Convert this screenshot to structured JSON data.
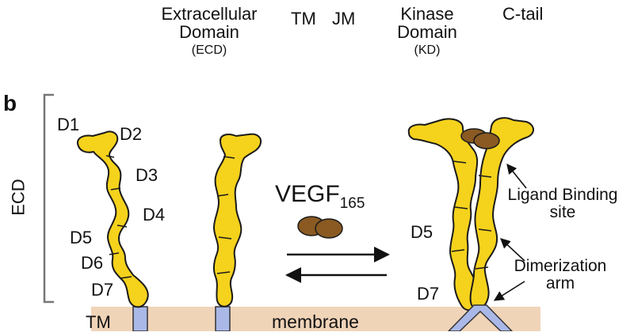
{
  "header": {
    "ecd_line1": "Extracellular",
    "ecd_line2": "Domain",
    "ecd_abbr": "(ECD)",
    "tm": "TM",
    "jm": "JM",
    "kd_line1": "Kinase",
    "kd_line2": "Domain",
    "kd_abbr": "(KD)",
    "ctail": "C-tail"
  },
  "panel_label": "b",
  "left_bracket_label": "ECD",
  "monomer_labels": {
    "d1": "D1",
    "d2": "D2",
    "d3": "D3",
    "d4": "D4",
    "d5": "D5",
    "d6": "D6",
    "d7": "D7",
    "tm": "TM"
  },
  "ligand": {
    "name": "VEGF",
    "subscript": "165"
  },
  "membrane_label": "membrane",
  "dimer_labels": {
    "d5": "D5",
    "d7": "D7",
    "ligand_site_line1": "Ligand Binding",
    "ligand_site_line2": "site",
    "dimer_arm_line1": "Dimerization",
    "dimer_arm_line2": "arm"
  },
  "colors": {
    "domain_fill": "#f5d21c",
    "domain_stroke": "#1a1a1a",
    "ligand_fill": "#8a5a22",
    "tm_fill": "#aab8e8",
    "membrane_fill": "#f0d4b8"
  }
}
